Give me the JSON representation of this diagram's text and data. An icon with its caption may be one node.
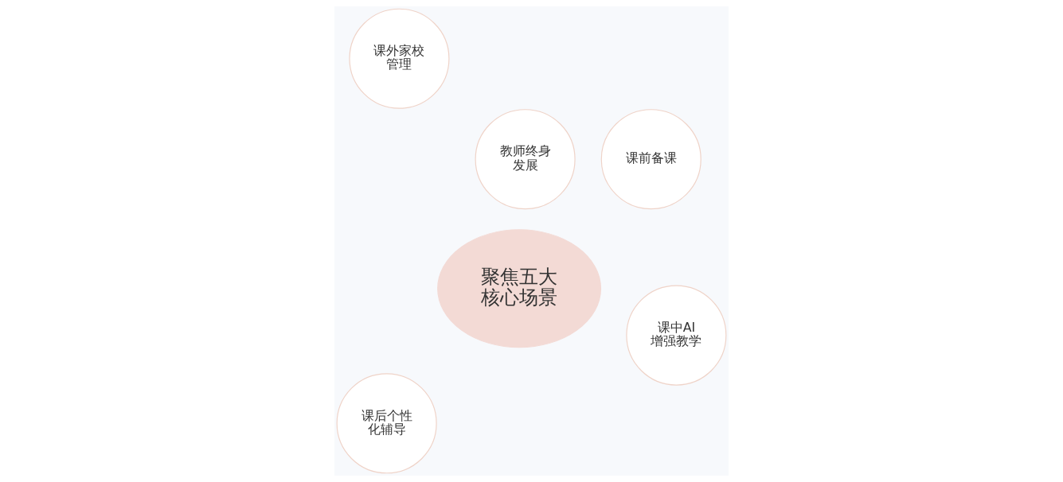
{
  "diagram": {
    "nodes": [
      {
        "text": [
          "课前备课"
        ]
      },
      {
        "text": [
          "聚焦五大核心场景"
        ]
      },
      {
        "text": [
          "教师终身发展"
        ]
      },
      {
        "text": [
          "课中AI增强教学"
        ]
      },
      {
        "text": [
          "课外家校管理"
        ]
      },
      {
        "text": [
          "课后个性化辅导"
        ]
      }
    ],
    "edges": []
  }
}
